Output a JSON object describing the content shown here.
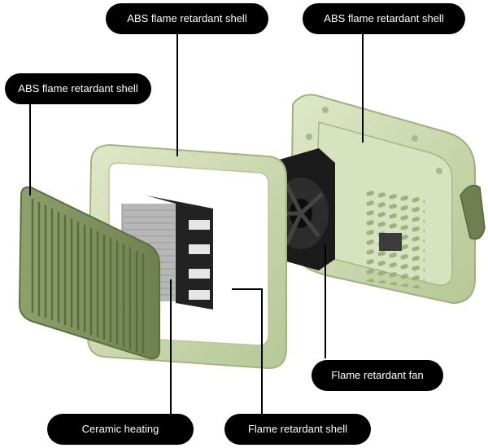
{
  "labels": {
    "shell_left": "ABS flame retardant shell",
    "shell_top": "ABS flame retardant shell",
    "shell_right": "ABS flame retardant shell",
    "fan": "Flame retardant fan",
    "ceramic": "Ceramic heating",
    "inner_shell": "Flame retardant shell"
  },
  "colors": {
    "shell_green": "#c9d6ad",
    "grille_green": "#7c8f5c",
    "label_bg": "#000000",
    "label_text": "#ffffff"
  }
}
